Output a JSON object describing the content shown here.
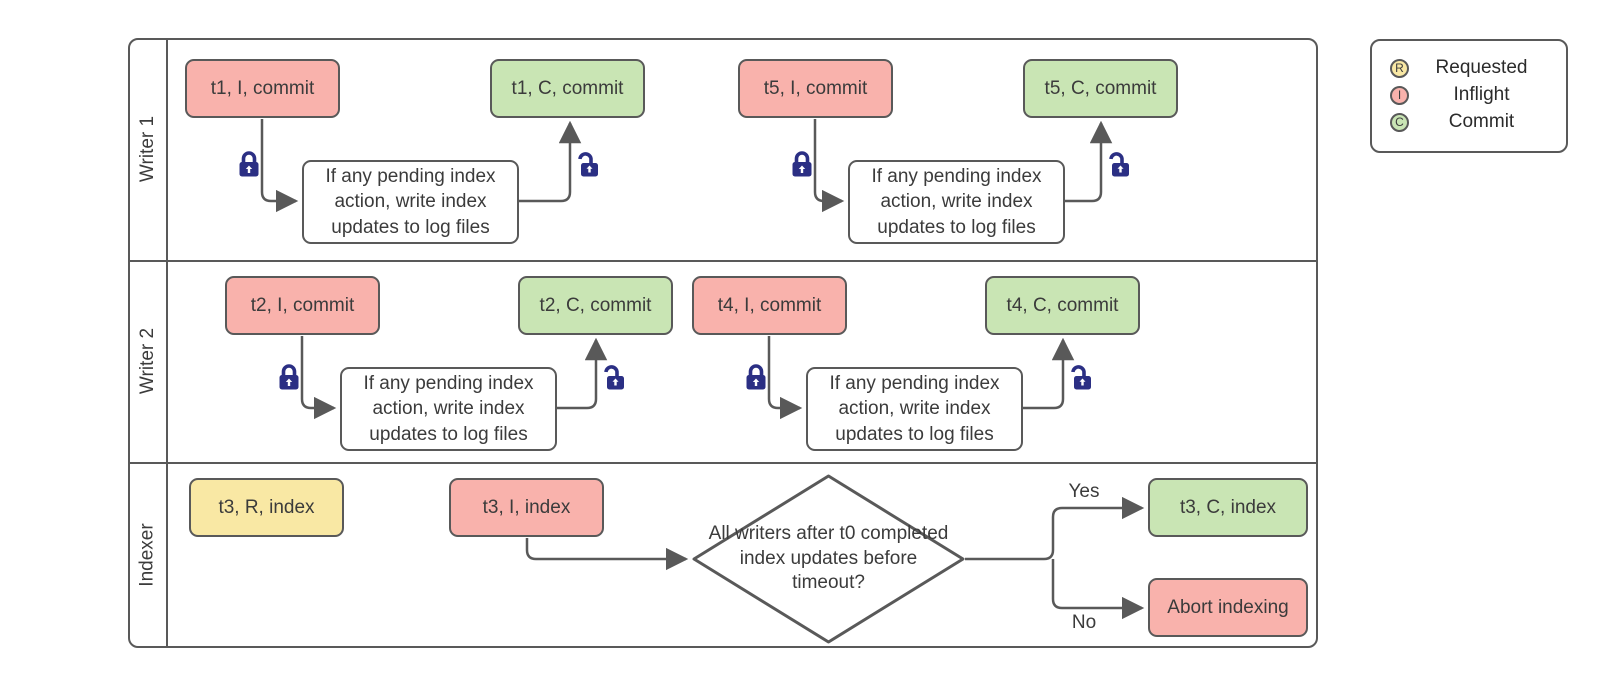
{
  "title": "Writer and indexer commit timeline diagram",
  "colors": {
    "inflight_pink": "#f9b2ac",
    "commit_green": "#c9e5b4",
    "requested_yellow": "#f9e8a4",
    "line_gray": "#595959",
    "text_dark": "#3b3b3b",
    "lock_navy": "#2b2f84"
  },
  "lanes": [
    {
      "label": "Writer 1"
    },
    {
      "label": "Writer 2"
    },
    {
      "label": "Indexer"
    }
  ],
  "legend": {
    "items": [
      {
        "letter": "R",
        "label": "Requested"
      },
      {
        "letter": "I",
        "label": "Inflight"
      },
      {
        "letter": "C",
        "label": "Commit"
      }
    ]
  },
  "nodes": {
    "t1_inflight": "t1, I, commit",
    "t1_commit": "t1, C, commit",
    "t5_inflight": "t5, I, commit",
    "t5_commit": "t5, C, commit",
    "t2_inflight": "t2, I, commit",
    "t2_commit": "t2, C, commit",
    "t4_inflight": "t4, I, commit",
    "t4_commit": "t4, C, commit",
    "t3_requested": "t3, R, index",
    "t3_inflight": "t3, I, index",
    "t3_commit": "t3, C, index",
    "abort": "Abort indexing",
    "process_note": "If any pending index action, write index updates to log files",
    "decision_question": "All writers after t0 completed index updates before timeout?",
    "branch_yes": "Yes",
    "branch_no": "No"
  }
}
